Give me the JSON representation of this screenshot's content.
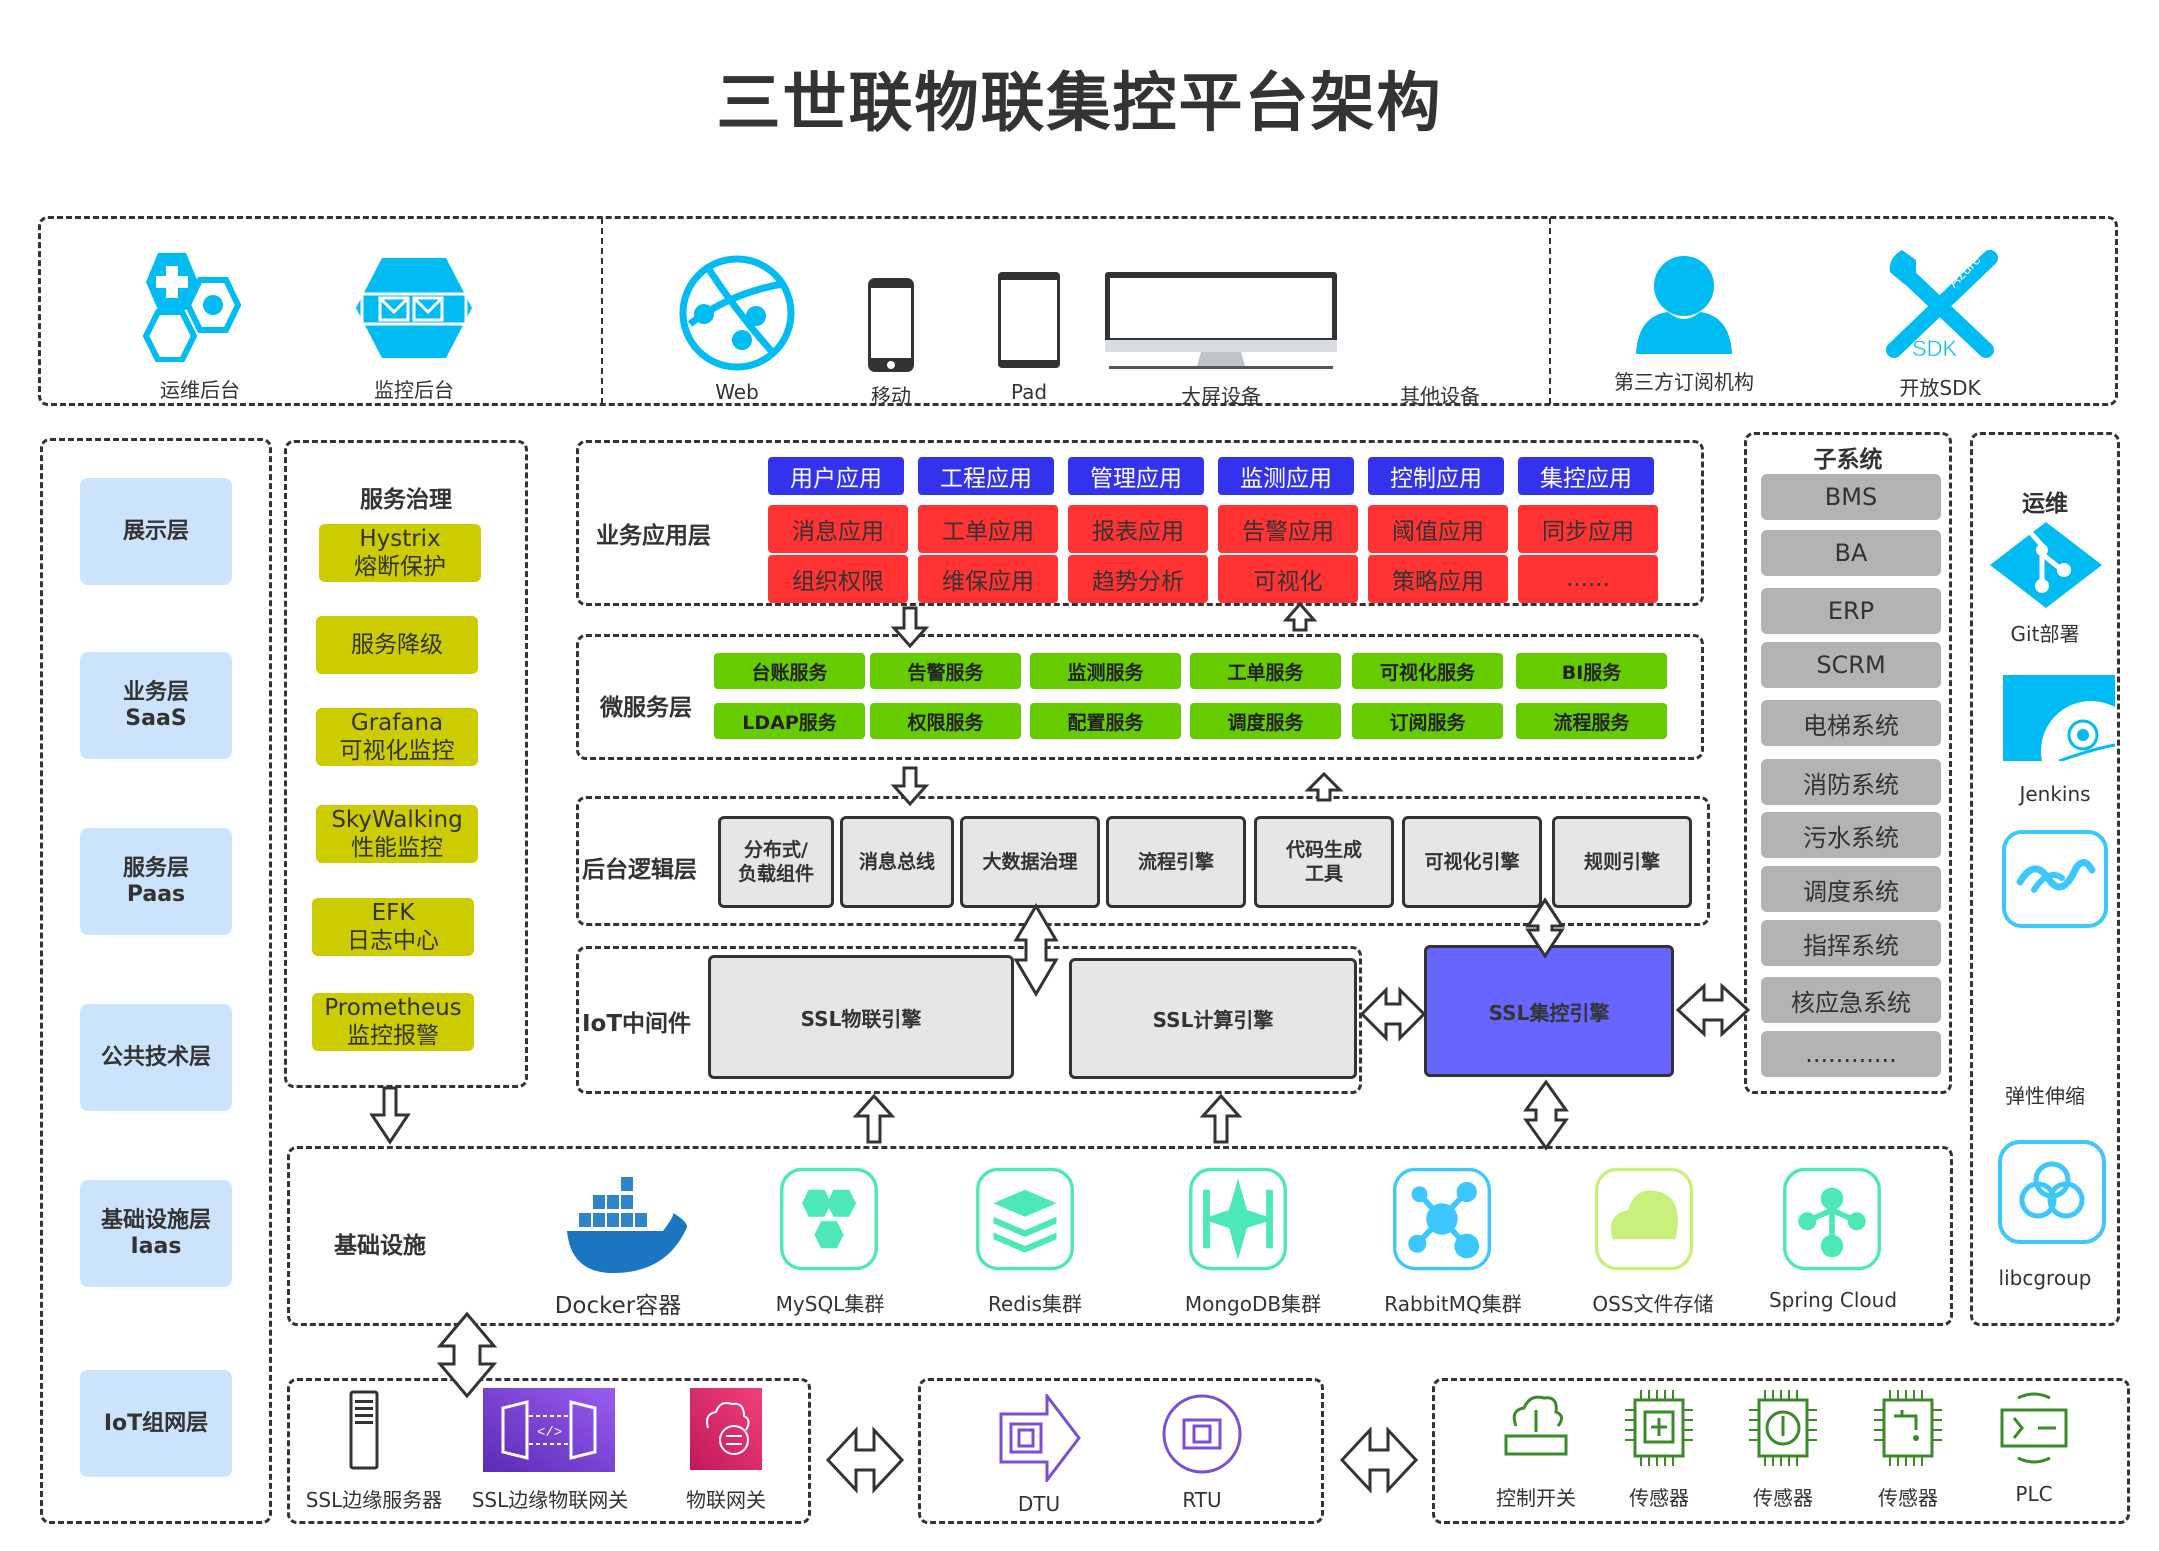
{
  "title": "三世联物联集控平台架构",
  "top_row": {
    "admin_group": [
      {
        "icon": "hexagon-tools-icon",
        "label": "运维后台"
      },
      {
        "icon": "hexagon-mail-icon",
        "label": "监控后台"
      }
    ],
    "device_group": [
      {
        "icon": "globe-web-icon",
        "label": "Web"
      },
      {
        "icon": "mobile-phone-icon",
        "label": "移动"
      },
      {
        "icon": "tablet-icon",
        "label": "Pad"
      },
      {
        "icon": "monitor-icon",
        "label": "大屏设备"
      },
      {
        "icon": "",
        "label": "其他设备"
      }
    ],
    "external_group": [
      {
        "icon": "user-icon",
        "label": "第三方订阅机构"
      },
      {
        "icon": "sdk-tools-icon",
        "label": "开放SDK",
        "icon_text_1": "Azure",
        "icon_text_2": "SDK"
      }
    ]
  },
  "layers": [
    {
      "line1": "展示层",
      "line2": ""
    },
    {
      "line1": "业务层",
      "line2": "SaaS"
    },
    {
      "line1": "服务层",
      "line2": "Paas"
    },
    {
      "line1": "公共技术层",
      "line2": ""
    },
    {
      "line1": "基础设施层",
      "line2": "Iaas"
    },
    {
      "line1": "IoT组网层",
      "line2": ""
    }
  ],
  "service_governance": {
    "title": "服务治理",
    "items": [
      {
        "line1": "Hystrix",
        "line2": "熔断保护"
      },
      {
        "line1": "服务降级",
        "line2": ""
      },
      {
        "line1": "Grafana",
        "line2": "可视化监控"
      },
      {
        "line1": "SkyWalking",
        "line2": "性能监控"
      },
      {
        "line1": "EFK",
        "line2": "日志中心"
      },
      {
        "line1": "Prometheus",
        "line2": "监控报警"
      }
    ]
  },
  "business_app_layer": {
    "title": "业务应用层",
    "header_row": [
      "用户应用",
      "工程应用",
      "管理应用",
      "监测应用",
      "控制应用",
      "集控应用"
    ],
    "row2": [
      "消息应用",
      "工单应用",
      "报表应用",
      "告警应用",
      "阈值应用",
      "同步应用"
    ],
    "row3": [
      "组织权限",
      "维保应用",
      "趋势分析",
      "可视化",
      "策略应用",
      "......"
    ]
  },
  "microservice_layer": {
    "title": "微服务层",
    "row1": [
      "台账服务",
      "告警服务",
      "监测服务",
      "工单服务",
      "可视化服务",
      "BI服务"
    ],
    "row2": [
      "LDAP服务",
      "权限服务",
      "配置服务",
      "调度服务",
      "订阅服务",
      "流程服务"
    ]
  },
  "backend_logic_layer": {
    "title": "后台逻辑层",
    "items": [
      {
        "line1": "分布式/",
        "line2": "负载组件"
      },
      {
        "line1": "消息总线",
        "line2": ""
      },
      {
        "line1": "大数据治理",
        "line2": ""
      },
      {
        "line1": "流程引擎",
        "line2": ""
      },
      {
        "line1": "代码生成",
        "line2": "工具"
      },
      {
        "line1": "可视化引擎",
        "line2": ""
      },
      {
        "line1": "规则引擎",
        "line2": ""
      }
    ]
  },
  "iot_middleware": {
    "title": "IoT中间件",
    "engines": [
      "SSL物联引擎",
      "SSL计算引擎"
    ],
    "central_engine": "SSL集控引擎"
  },
  "subsystems": {
    "title": "子系统",
    "items": [
      "BMS",
      "BA",
      "ERP",
      "SCRM",
      "电梯系统",
      "消防系统",
      "污水系统",
      "调度系统",
      "指挥系统",
      "核应急系统",
      "............"
    ]
  },
  "ops": {
    "title": "运维",
    "items": [
      {
        "icon": "git-icon",
        "label": "Git部署"
      },
      {
        "icon": "jenkins-icon",
        "label": "Jenkins"
      },
      {
        "icon": "elastic-scaling-icon",
        "label": "弹性伸缩"
      },
      {
        "icon": "libcgroup-icon",
        "label": "libcgroup"
      }
    ]
  },
  "infrastructure": {
    "title": "基础设施",
    "items": [
      {
        "icon": "docker-icon",
        "label": "Docker容器"
      },
      {
        "icon": "mysql-icon",
        "label": "MySQL集群"
      },
      {
        "icon": "redis-icon",
        "label": "Redis集群"
      },
      {
        "icon": "mongodb-icon",
        "label": "MongoDB集群"
      },
      {
        "icon": "rabbitmq-icon",
        "label": "RabbitMQ集群"
      },
      {
        "icon": "oss-icon",
        "label": "OSS文件存储"
      },
      {
        "icon": "spring-cloud-icon",
        "label": "Spring Cloud"
      }
    ]
  },
  "iot_network": {
    "edge": [
      {
        "icon": "server-icon",
        "label": "SSL边缘服务器"
      },
      {
        "icon": "api-gateway-icon",
        "label": "SSL边缘物联网关"
      },
      {
        "icon": "iot-gateway-icon",
        "label": "物联网关"
      }
    ],
    "terminals": [
      {
        "icon": "dtu-icon",
        "label": "DTU"
      },
      {
        "icon": "rtu-icon",
        "label": "RTU"
      }
    ],
    "devices": [
      {
        "icon": "control-switch-icon",
        "label": "控制开关"
      },
      {
        "icon": "sensor-icon",
        "label": "传感器"
      },
      {
        "icon": "sensor-gauge-icon",
        "label": "传感器"
      },
      {
        "icon": "sensor-water-icon",
        "label": "传感器"
      },
      {
        "icon": "plc-icon",
        "label": "PLC"
      }
    ]
  },
  "colors": {
    "layer_box": "#cce4fb",
    "governance": "#cccc00",
    "app_blue": "#3333ee",
    "app_red": "#ff3333",
    "service_green": "#66cc00",
    "logic_grey": "#e6e6e6",
    "central_engine": "#6666ff",
    "subsystem_grey": "#b3b3b3",
    "icon_cyan": "#00bcf2",
    "infra_teal": "#4de8b8",
    "purple": "#7a4fd6",
    "device_green": "#3a8a2a"
  }
}
